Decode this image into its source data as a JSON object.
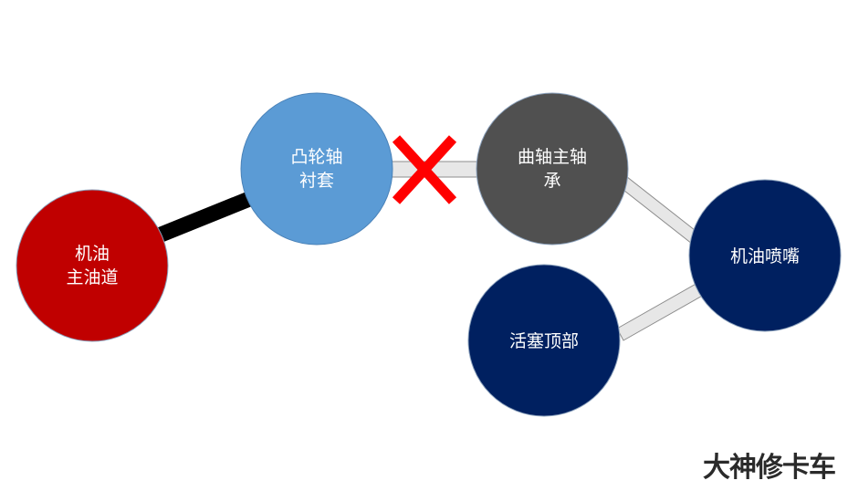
{
  "nodes": [
    {
      "id": "main-oil-gallery",
      "lines": [
        "机油",
        "主油道"
      ],
      "fill": "#c00000"
    },
    {
      "id": "camshaft-bushing",
      "lines": [
        "凸轮轴",
        "衬套"
      ],
      "fill": "#5b9bd5"
    },
    {
      "id": "main-bearing",
      "lines": [
        "曲轴主轴",
        "承"
      ],
      "fill": "#505050"
    },
    {
      "id": "oil-nozzle",
      "lines": [
        "机油喷嘴"
      ],
      "fill": "#002060"
    },
    {
      "id": "piston-top",
      "lines": [
        "活塞顶部"
      ],
      "fill": "#002060"
    }
  ],
  "blocked_marker": {
    "symbol": "✕",
    "color": "#ff0000"
  },
  "watermark": {
    "text": "大神修卡车"
  }
}
